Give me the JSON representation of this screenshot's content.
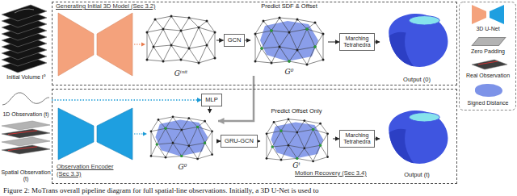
{
  "diagram": {
    "caption": "Figure 2: MoTrans overall pipeline diagram for full spatial-line observations. Initially, a 3D U-Net is used to",
    "nodes": [
      {
        "text": [
          "Initial Volume I⁰"
        ]
      },
      {
        "text": [
          "Generating Initial 3D Model (Sec 3.2)"
        ]
      },
      {
        "text": [
          "Gⁱⁿⁱᵗ"
        ],
        "in": 1
      },
      {
        "text": [
          "GCN"
        ],
        "in": 1
      },
      {
        "text": [
          "Predict SDF & Offset",
          "G⁰"
        ],
        "in": 1
      },
      {
        "text": [
          "Marching Tetrahedra"
        ],
        "in": 1
      },
      {
        "text": [
          "Output (0)"
        ],
        "in": 1
      },
      {
        "text": [
          "1D Observation (t)"
        ]
      },
      {
        "text": [
          "Spatial Observation (t)"
        ]
      },
      {
        "text": [
          "Observation Encoder (Sec 3.3)",
          "Motion Recovery (Sec 3.4)"
        ]
      },
      {
        "text": [
          "MLP"
        ],
        "in": 9
      },
      {
        "text": [
          "G⁰"
        ],
        "in": 9
      },
      {
        "text": [
          "GRU-GCN"
        ],
        "in": 9
      },
      {
        "text": [
          "Predict Offset Only",
          "Gᵗ"
        ],
        "in": 9
      },
      {
        "text": [
          "Marching Tetrahedra"
        ],
        "in": 9
      },
      {
        "text": [
          "Output (t)"
        ],
        "in": 9
      }
    ],
    "edges": [
      {
        "from": 2,
        "to": 3,
        "arrow": "to"
      },
      {
        "from": 3,
        "to": 4,
        "arrow": "to"
      },
      {
        "from": 4,
        "to": 5,
        "arrow": "to"
      },
      {
        "from": 5,
        "to": 6,
        "arrow": "to"
      },
      {
        "from": 7,
        "to": 10,
        "arrow": "to"
      },
      {
        "from": 10,
        "to": 11,
        "arrow": "to"
      },
      {
        "from": 4,
        "to": 11,
        "arrow": "to"
      },
      {
        "from": 11,
        "to": 12,
        "arrow": "to"
      },
      {
        "from": 12,
        "to": 13,
        "arrow": "to"
      },
      {
        "from": 13,
        "to": 14,
        "arrow": "to"
      },
      {
        "from": 14,
        "to": 15,
        "arrow": "to"
      }
    ],
    "legend": [
      {
        "text": "3D U-Net"
      },
      {
        "text": "Zero Padding",
        "color": "#b3b3b3"
      },
      {
        "text": "Real Observation"
      },
      {
        "text": "Signed Distance",
        "color": "#7d93e8"
      }
    ]
  }
}
